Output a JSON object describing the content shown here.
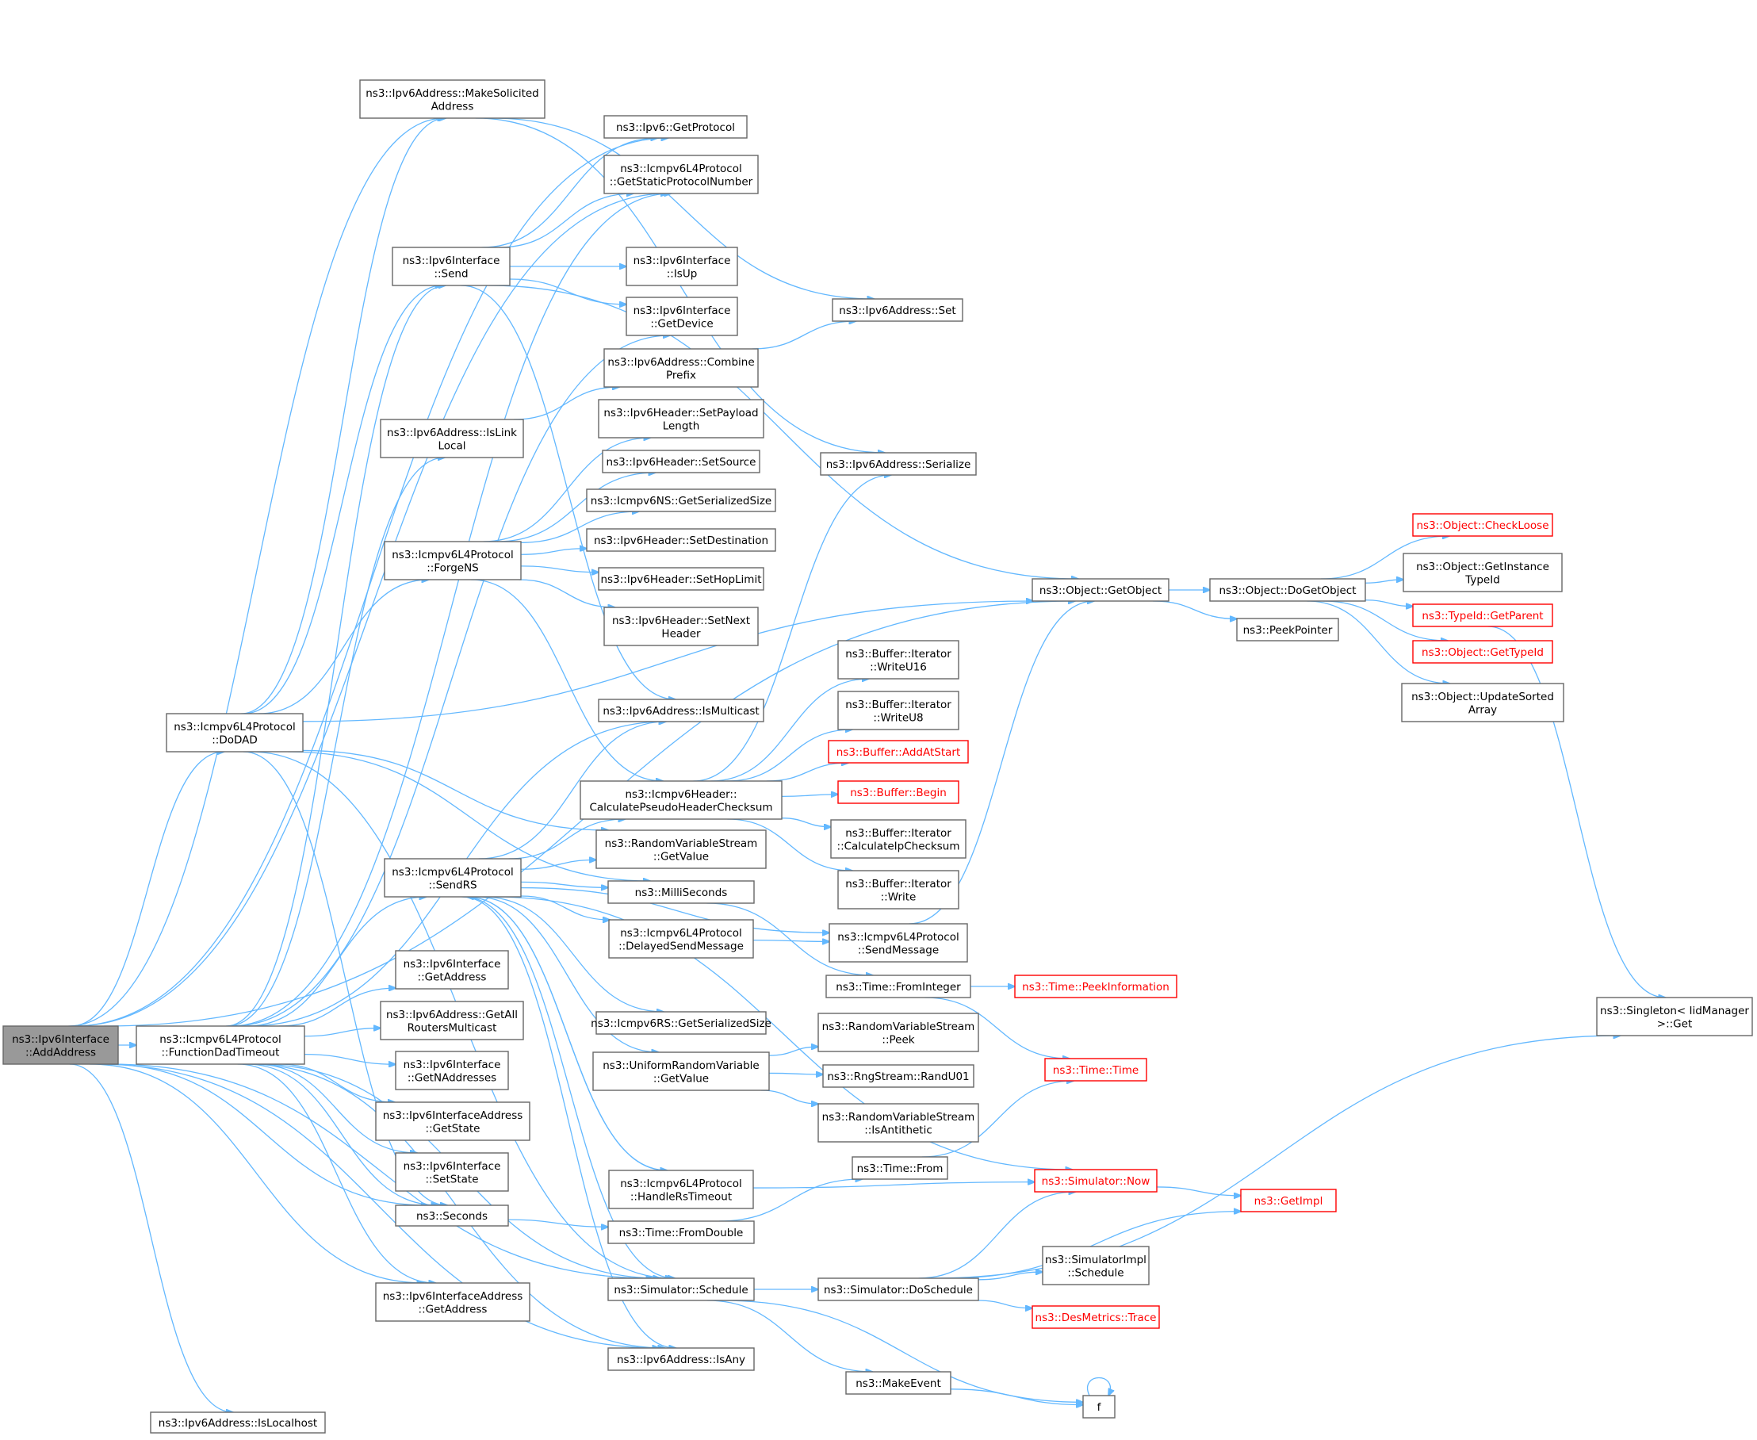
{
  "nodes": [
    {
      "id": "root",
      "lines": [
        "ns3::Ipv6Interface",
        "::AddAddress"
      ],
      "style": "root"
    },
    {
      "id": "dodad",
      "lines": [
        "ns3::Icmpv6L4Protocol",
        "::DoDAD"
      ]
    },
    {
      "id": "fdt",
      "lines": [
        "ns3::Icmpv6L4Protocol",
        "::FunctionDadTimeout"
      ]
    },
    {
      "id": "islocalhost",
      "lines": [
        "ns3::Ipv6Address::IsLocalhost"
      ]
    },
    {
      "id": "makesol",
      "lines": [
        "ns3::Ipv6Address::MakeSolicited",
        "Address"
      ]
    },
    {
      "id": "send",
      "lines": [
        "ns3::Ipv6Interface",
        "::Send"
      ]
    },
    {
      "id": "islinklocal",
      "lines": [
        "ns3::Ipv6Address::IsLink",
        "Local"
      ]
    },
    {
      "id": "forgens",
      "lines": [
        "ns3::Icmpv6L4Protocol",
        "::ForgeNS"
      ]
    },
    {
      "id": "sendrs",
      "lines": [
        "ns3::Icmpv6L4Protocol",
        "::SendRS"
      ]
    },
    {
      "id": "ifgetaddr",
      "lines": [
        "ns3::Ipv6Interface",
        "::GetAddress"
      ]
    },
    {
      "id": "getallrouters",
      "lines": [
        "ns3::Ipv6Address::GetAll",
        "RoutersMulticast"
      ]
    },
    {
      "id": "getnaddr",
      "lines": [
        "ns3::Ipv6Interface",
        "::GetNAddresses"
      ]
    },
    {
      "id": "ifaddrgetstate",
      "lines": [
        "ns3::Ipv6InterfaceAddress",
        "::GetState"
      ]
    },
    {
      "id": "setstate",
      "lines": [
        "ns3::Ipv6Interface",
        "::SetState"
      ]
    },
    {
      "id": "seconds",
      "lines": [
        "ns3::Seconds"
      ]
    },
    {
      "id": "ifaddrgetaddr",
      "lines": [
        "ns3::Ipv6InterfaceAddress",
        "::GetAddress"
      ]
    },
    {
      "id": "ipv6getproto",
      "lines": [
        "ns3::Ipv6::GetProtocol"
      ]
    },
    {
      "id": "getstaticproto",
      "lines": [
        "ns3::Icmpv6L4Protocol",
        "::GetStaticProtocolNumber"
      ]
    },
    {
      "id": "isup",
      "lines": [
        "ns3::Ipv6Interface",
        "::IsUp"
      ]
    },
    {
      "id": "getdevice",
      "lines": [
        "ns3::Ipv6Interface",
        "::GetDevice"
      ]
    },
    {
      "id": "combineprefix",
      "lines": [
        "ns3::Ipv6Address::Combine",
        "Prefix"
      ]
    },
    {
      "id": "setpayload",
      "lines": [
        "ns3::Ipv6Header::SetPayload",
        "Length"
      ]
    },
    {
      "id": "setsource",
      "lines": [
        "ns3::Ipv6Header::SetSource"
      ]
    },
    {
      "id": "nsgetsize",
      "lines": [
        "ns3::Icmpv6NS::GetSerializedSize"
      ]
    },
    {
      "id": "setdest",
      "lines": [
        "ns3::Ipv6Header::SetDestination"
      ]
    },
    {
      "id": "sethop",
      "lines": [
        "ns3::Ipv6Header::SetHopLimit"
      ]
    },
    {
      "id": "setnext",
      "lines": [
        "ns3::Ipv6Header::SetNext",
        "Header"
      ]
    },
    {
      "id": "ismulticast",
      "lines": [
        "ns3::Ipv6Address::IsMulticast"
      ]
    },
    {
      "id": "calcpseudo",
      "lines": [
        "ns3::Icmpv6Header::",
        "CalculatePseudoHeaderChecksum"
      ]
    },
    {
      "id": "rvsgetvalue",
      "lines": [
        "ns3::RandomVariableStream",
        "::GetValue"
      ]
    },
    {
      "id": "millis",
      "lines": [
        "ns3::MilliSeconds"
      ]
    },
    {
      "id": "delayedsend",
      "lines": [
        "ns3::Icmpv6L4Protocol",
        "::DelayedSendMessage"
      ]
    },
    {
      "id": "rsgetsize",
      "lines": [
        "ns3::Icmpv6RS::GetSerializedSize"
      ]
    },
    {
      "id": "urvgetvalue",
      "lines": [
        "ns3::UniformRandomVariable",
        "::GetValue"
      ]
    },
    {
      "id": "handlers",
      "lines": [
        "ns3::Icmpv6L4Protocol",
        "::HandleRsTimeout"
      ]
    },
    {
      "id": "fromdouble",
      "lines": [
        "ns3::Time::FromDouble"
      ]
    },
    {
      "id": "schedule",
      "lines": [
        "ns3::Simulator::Schedule"
      ]
    },
    {
      "id": "isany",
      "lines": [
        "ns3::Ipv6Address::IsAny"
      ]
    },
    {
      "id": "addrset",
      "lines": [
        "ns3::Ipv6Address::Set"
      ]
    },
    {
      "id": "serialize",
      "lines": [
        "ns3::Ipv6Address::Serialize"
      ]
    },
    {
      "id": "getobject",
      "lines": [
        "ns3::Object::GetObject"
      ]
    },
    {
      "id": "writeu16",
      "lines": [
        "ns3::Buffer::Iterator",
        "::WriteU16"
      ]
    },
    {
      "id": "writeu8",
      "lines": [
        "ns3::Buffer::Iterator",
        "::WriteU8"
      ]
    },
    {
      "id": "addatstart",
      "lines": [
        "ns3::Buffer::AddAtStart"
      ],
      "style": "red"
    },
    {
      "id": "begin",
      "lines": [
        "ns3::Buffer::Begin"
      ],
      "style": "red"
    },
    {
      "id": "calcipcs",
      "lines": [
        "ns3::Buffer::Iterator",
        "::CalculateIpChecksum"
      ]
    },
    {
      "id": "write",
      "lines": [
        "ns3::Buffer::Iterator",
        "::Write"
      ]
    },
    {
      "id": "sendmessage",
      "lines": [
        "ns3::Icmpv6L4Protocol",
        "::SendMessage"
      ]
    },
    {
      "id": "frominteger",
      "lines": [
        "ns3::Time::FromInteger"
      ]
    },
    {
      "id": "rvspeek",
      "lines": [
        "ns3::RandomVariableStream",
        "::Peek"
      ]
    },
    {
      "id": "randu01",
      "lines": [
        "ns3::RngStream::RandU01"
      ]
    },
    {
      "id": "isantithetic",
      "lines": [
        "ns3::RandomVariableStream",
        "::IsAntithetic"
      ]
    },
    {
      "id": "timefrom",
      "lines": [
        "ns3::Time::From"
      ]
    },
    {
      "id": "doschedule",
      "lines": [
        "ns3::Simulator::DoSchedule"
      ]
    },
    {
      "id": "makeevent",
      "lines": [
        "ns3::MakeEvent"
      ]
    },
    {
      "id": "peekinfo",
      "lines": [
        "ns3::Time::PeekInformation"
      ],
      "style": "red"
    },
    {
      "id": "timetime",
      "lines": [
        "ns3::Time::Time"
      ],
      "style": "red"
    },
    {
      "id": "now",
      "lines": [
        "ns3::Simulator::Now"
      ],
      "style": "red"
    },
    {
      "id": "simimplsched",
      "lines": [
        "ns3::SimulatorImpl",
        "::Schedule"
      ]
    },
    {
      "id": "desmetrics",
      "lines": [
        "ns3::DesMetrics::Trace"
      ],
      "style": "red"
    },
    {
      "id": "f",
      "lines": [
        "f"
      ]
    },
    {
      "id": "dogetobject",
      "lines": [
        "ns3::Object::DoGetObject"
      ]
    },
    {
      "id": "peekpointer",
      "lines": [
        "ns3::PeekPointer"
      ]
    },
    {
      "id": "getimpl",
      "lines": [
        "ns3::GetImpl"
      ],
      "style": "red"
    },
    {
      "id": "checkloose",
      "lines": [
        "ns3::Object::CheckLoose"
      ],
      "style": "red"
    },
    {
      "id": "getinstancetypeid",
      "lines": [
        "ns3::Object::GetInstance",
        "TypeId"
      ]
    },
    {
      "id": "getparent",
      "lines": [
        "ns3::TypeId::GetParent"
      ],
      "style": "red"
    },
    {
      "id": "gettypeid",
      "lines": [
        "ns3::Object::GetTypeId"
      ],
      "style": "red"
    },
    {
      "id": "updatesorted",
      "lines": [
        "ns3::Object::UpdateSorted",
        "Array"
      ]
    },
    {
      "id": "singletonget",
      "lines": [
        "ns3::Singleton< IidManager",
        ">::Get"
      ]
    }
  ],
  "edges": [
    [
      "root",
      "dodad"
    ],
    [
      "root",
      "fdt"
    ],
    [
      "root",
      "islocalhost"
    ],
    [
      "root",
      "makesol"
    ],
    [
      "root",
      "ipv6getproto"
    ],
    [
      "root",
      "getstaticproto"
    ],
    [
      "root",
      "getobject"
    ],
    [
      "root",
      "seconds"
    ],
    [
      "root",
      "ifaddrgetaddr"
    ],
    [
      "root",
      "schedule"
    ],
    [
      "root",
      "isany"
    ],
    [
      "dodad",
      "makesol"
    ],
    [
      "dodad",
      "send"
    ],
    [
      "dodad",
      "forgens"
    ],
    [
      "dodad",
      "getobject"
    ],
    [
      "dodad",
      "rvsgetvalue"
    ],
    [
      "dodad",
      "millis"
    ],
    [
      "dodad",
      "schedule"
    ],
    [
      "dodad",
      "seconds"
    ],
    [
      "fdt",
      "send"
    ],
    [
      "fdt",
      "getdevice"
    ],
    [
      "fdt",
      "islinklocal"
    ],
    [
      "fdt",
      "sendrs"
    ],
    [
      "fdt",
      "ifgetaddr"
    ],
    [
      "fdt",
      "getallrouters"
    ],
    [
      "fdt",
      "getnaddr"
    ],
    [
      "fdt",
      "ifaddrgetstate"
    ],
    [
      "fdt",
      "setstate"
    ],
    [
      "fdt",
      "seconds"
    ],
    [
      "fdt",
      "ifaddrgetaddr"
    ],
    [
      "fdt",
      "schedule"
    ],
    [
      "fdt",
      "isany"
    ],
    [
      "fdt",
      "ismulticast"
    ],
    [
      "fdt",
      "getstaticproto"
    ],
    [
      "send",
      "ipv6getproto"
    ],
    [
      "send",
      "getstaticproto"
    ],
    [
      "send",
      "isup"
    ],
    [
      "send",
      "getdevice"
    ],
    [
      "send",
      "getobject"
    ],
    [
      "send",
      "ismulticast"
    ],
    [
      "makesol",
      "addrset"
    ],
    [
      "makesol",
      "serialize"
    ],
    [
      "islinklocal",
      "combineprefix"
    ],
    [
      "combineprefix",
      "addrset"
    ],
    [
      "forgens",
      "setpayload"
    ],
    [
      "forgens",
      "setsource"
    ],
    [
      "forgens",
      "nsgetsize"
    ],
    [
      "forgens",
      "setdest"
    ],
    [
      "forgens",
      "sethop"
    ],
    [
      "forgens",
      "setnext"
    ],
    [
      "forgens",
      "calcpseudo"
    ],
    [
      "sendrs",
      "ismulticast"
    ],
    [
      "sendrs",
      "calcpseudo"
    ],
    [
      "sendrs",
      "rvsgetvalue"
    ],
    [
      "sendrs",
      "millis"
    ],
    [
      "sendrs",
      "delayedsend"
    ],
    [
      "sendrs",
      "sendmessage"
    ],
    [
      "sendrs",
      "rsgetsize"
    ],
    [
      "sendrs",
      "urvgetvalue"
    ],
    [
      "sendrs",
      "handlers"
    ],
    [
      "sendrs",
      "schedule"
    ],
    [
      "sendrs",
      "isany"
    ],
    [
      "sendrs",
      "now"
    ],
    [
      "calcpseudo",
      "serialize"
    ],
    [
      "calcpseudo",
      "writeu16"
    ],
    [
      "calcpseudo",
      "writeu8"
    ],
    [
      "calcpseudo",
      "addatstart"
    ],
    [
      "calcpseudo",
      "begin"
    ],
    [
      "calcpseudo",
      "calcipcs"
    ],
    [
      "calcpseudo",
      "write"
    ],
    [
      "millis",
      "frominteger"
    ],
    [
      "delayedsend",
      "sendmessage"
    ],
    [
      "sendmessage",
      "getobject"
    ],
    [
      "frominteger",
      "peekinfo"
    ],
    [
      "frominteger",
      "timetime"
    ],
    [
      "urvgetvalue",
      "rvspeek"
    ],
    [
      "urvgetvalue",
      "randu01"
    ],
    [
      "urvgetvalue",
      "isantithetic"
    ],
    [
      "handlers",
      "sendrs"
    ],
    [
      "handlers",
      "now"
    ],
    [
      "seconds",
      "fromdouble"
    ],
    [
      "fromdouble",
      "timefrom"
    ],
    [
      "timefrom",
      "timetime"
    ],
    [
      "schedule",
      "doschedule"
    ],
    [
      "schedule",
      "makeevent"
    ],
    [
      "schedule",
      "f"
    ],
    [
      "doschedule",
      "now"
    ],
    [
      "doschedule",
      "getimpl"
    ],
    [
      "doschedule",
      "simimplsched"
    ],
    [
      "doschedule",
      "desmetrics"
    ],
    [
      "doschedule",
      "singletonget"
    ],
    [
      "makeevent",
      "f"
    ],
    [
      "f",
      "f"
    ],
    [
      "now",
      "getimpl"
    ],
    [
      "getobject",
      "dogetobject"
    ],
    [
      "getobject",
      "peekpointer"
    ],
    [
      "dogetobject",
      "checkloose"
    ],
    [
      "dogetobject",
      "getinstancetypeid"
    ],
    [
      "dogetobject",
      "getparent"
    ],
    [
      "dogetobject",
      "gettypeid"
    ],
    [
      "dogetobject",
      "updatesorted"
    ],
    [
      "getparent",
      "singletonget"
    ]
  ],
  "colors": {
    "edge": "#63b8ff",
    "root_fill": "#999999",
    "node_border": "#666666",
    "red_border": "#ff0000"
  }
}
